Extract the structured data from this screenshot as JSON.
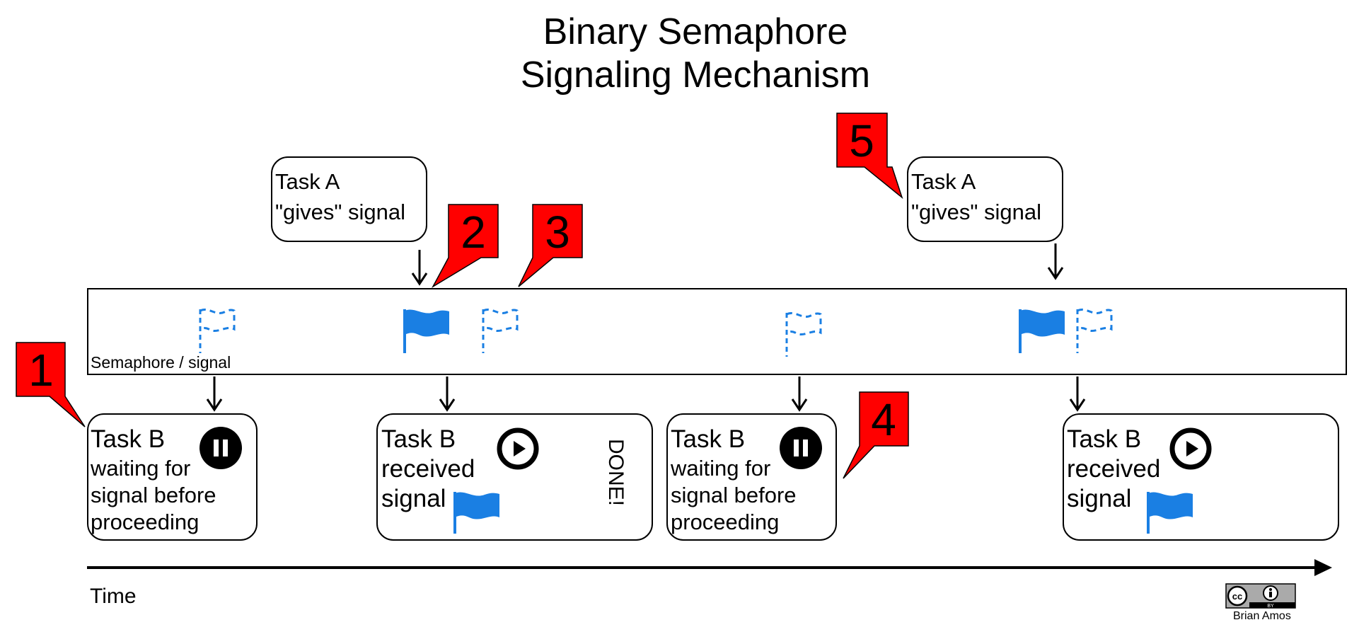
{
  "title": {
    "line1": "Binary Semaphore",
    "line2": "Signaling Mechanism"
  },
  "task_a_boxes": [
    {
      "line1": "Task A",
      "line2": "\"gives\" signal"
    },
    {
      "line1": "Task A",
      "line2": "\"gives\" signal"
    }
  ],
  "semaphore": {
    "label": "Semaphore / signal"
  },
  "task_b_boxes": [
    {
      "line1": "Task B",
      "line2": "waiting for",
      "line3": "signal before",
      "line4": "proceeding",
      "icon": "pause-icon"
    },
    {
      "line1": "Task B",
      "line2": "received",
      "line3": "signal",
      "icon": "play-icon",
      "note": "DONE!"
    },
    {
      "line1": "Task B",
      "line2": "waiting for",
      "line3": "signal before",
      "line4": "proceeding",
      "icon": "pause-icon"
    },
    {
      "line1": "Task B",
      "line2": "received",
      "line3": "signal",
      "icon": "play-icon"
    }
  ],
  "callouts": [
    "1",
    "2",
    "3",
    "4",
    "5"
  ],
  "time_label": "Time",
  "license": {
    "badge": "cc-by-icon",
    "badge_text": "BY",
    "author": "Brian Amos"
  },
  "colors": {
    "flag": "#1A7FE3",
    "callout": "#FF0000",
    "line": "#000000"
  },
  "flag_states": [
    "empty",
    "full",
    "empty",
    "empty",
    "full",
    "empty"
  ]
}
